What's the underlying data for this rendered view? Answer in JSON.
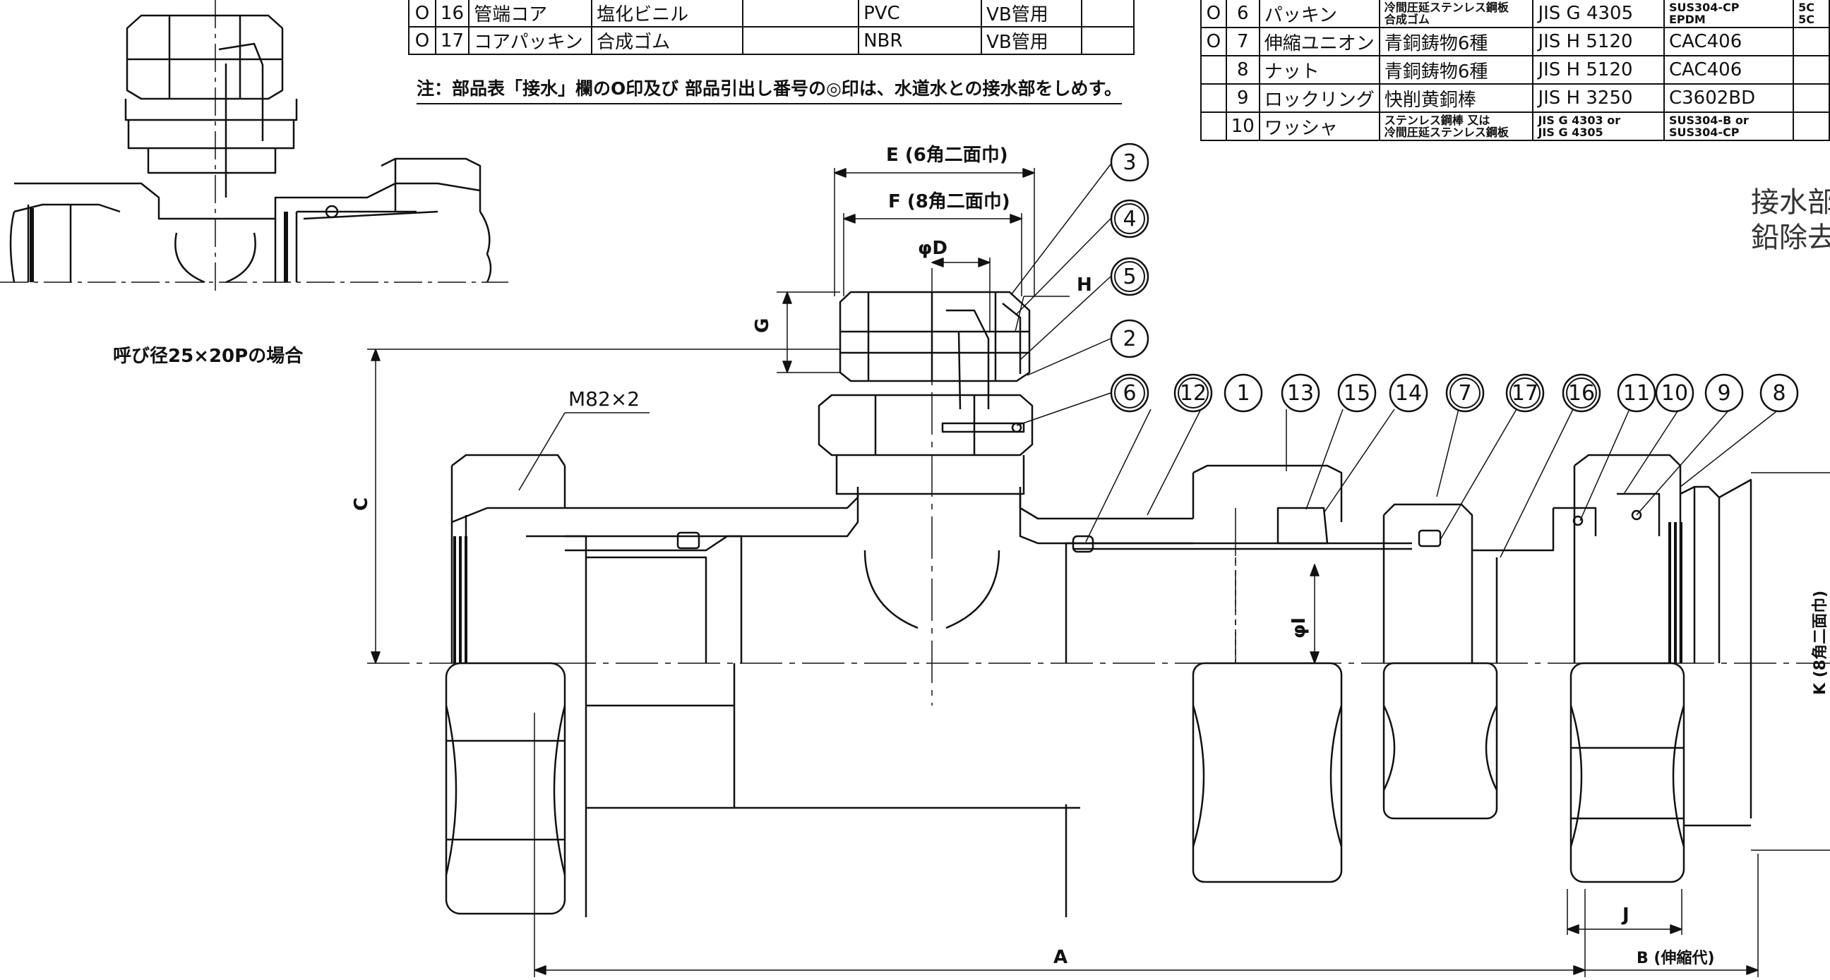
{
  "parts_table_left": {
    "rows": [
      {
        "mark": "O",
        "no": "16",
        "name": "管端コア",
        "material": "塩化ビニル",
        "std": "",
        "code": "PVC",
        "remark": "VB管用"
      },
      {
        "mark": "O",
        "no": "17",
        "name": "コアパッキン",
        "material": "合成ゴム",
        "std": "",
        "code": "NBR",
        "remark": "VB管用"
      }
    ]
  },
  "note": "注：部品表「接水」欄のO印及び 部品引出し番号の◎印は、水道水との接水部をしめす。",
  "parts_table_right": {
    "rows": [
      {
        "mark": "O",
        "no": "6",
        "name": "パッキン",
        "material": "冷間圧延ステンレス鋼板\n合成ゴム",
        "std": "JIS G 4305",
        "code": "SUS304-CP\nEPDM",
        "extra": "5C\n5C"
      },
      {
        "mark": "O",
        "no": "7",
        "name": "伸縮ユニオン",
        "material": "青銅鋳物6種",
        "std": "JIS H 5120",
        "code": "CAC406",
        "extra": ""
      },
      {
        "mark": "",
        "no": "8",
        "name": "ナット",
        "material": "青銅鋳物6種",
        "std": "JIS H 5120",
        "code": "CAC406",
        "extra": ""
      },
      {
        "mark": "",
        "no": "9",
        "name": "ロックリング",
        "material": "快削黄銅棒",
        "std": "JIS H 3250",
        "code": "C3602BD",
        "extra": ""
      },
      {
        "mark": "",
        "no": "10",
        "name": "ワッシャ",
        "material": "ステンレス鋼棒 又は\n冷間圧延ステンレス鋼板",
        "std": "JIS G 4303 or\nJIS G 4305",
        "code": "SUS304-B or\nSUS304-CP",
        "extra": ""
      }
    ]
  },
  "side_note": [
    "接水部の",
    "鉛除去表"
  ],
  "caption": "呼び径25×20Pの場合",
  "dims": {
    "E": "E (6角二面巾)",
    "F": "F (8角二面巾)",
    "D": "φD",
    "G": "G",
    "H": "H",
    "C": "C",
    "A": "A",
    "B": "B (伸縮代)",
    "J": "J",
    "I": "φI",
    "K": "K (8角二面巾)",
    "thread": "M82×2"
  },
  "balloons_top": [
    "3",
    "4",
    "5",
    "2",
    "6"
  ],
  "balloons_row": [
    "12",
    "1",
    "13",
    "15",
    "14",
    "7",
    "17",
    "16",
    "11",
    "10",
    "9",
    "8"
  ]
}
